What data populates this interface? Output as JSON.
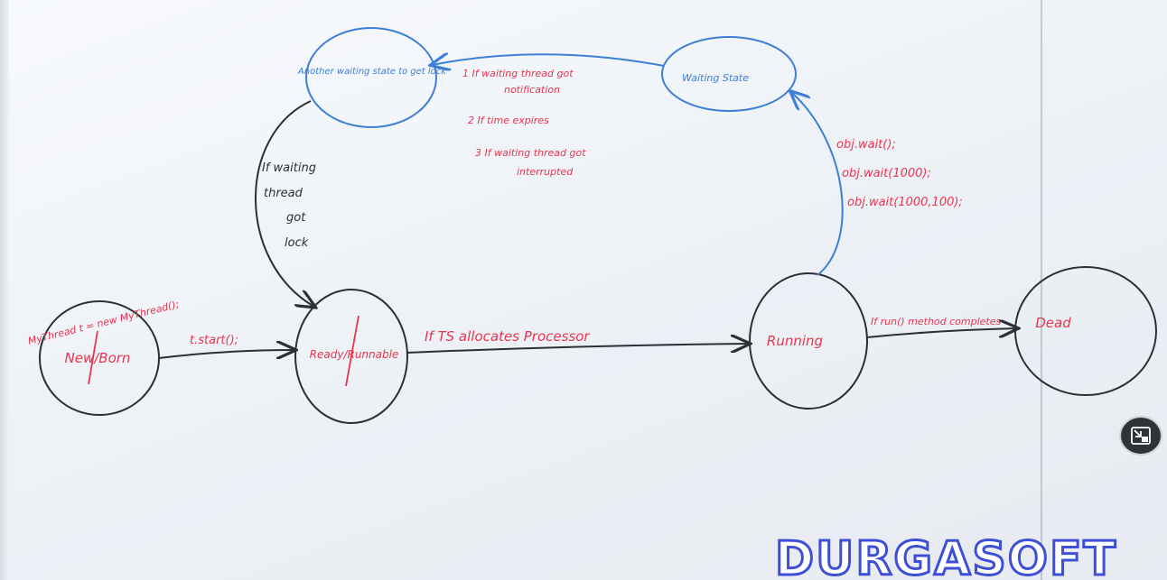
{
  "states": {
    "new_born": "New/Born",
    "ready_runnable": "Ready/Runnable",
    "running": "Running",
    "dead": "Dead",
    "waiting_state": "Waiting State",
    "another_waiting_state": "Another waiting state to get lock"
  },
  "transitions": {
    "creation": "MyThread t = new MyThread();",
    "start": "t.start();",
    "ts_allocates": "If TS allocates Processor",
    "run_completes": "If run() method completes",
    "wait_calls": [
      "obj.wait();",
      "obj.wait(1000);",
      "obj.wait(1000,100);"
    ],
    "got_lock": [
      "If waiting",
      "thread",
      "got",
      "lock"
    ],
    "release_reasons": [
      "1  If waiting thread got",
      "notification",
      "2  If time expires",
      "3  If waiting thread got",
      "interrupted"
    ]
  },
  "watermark": "DURGASOFT",
  "colors": {
    "ink_black": "#2b2f36",
    "ink_red": "#e8354f",
    "ink_blue": "#3d7fd6",
    "watermark_outline": "#3d4fd6"
  },
  "icons": {
    "pip": "exit-picture-in-picture-icon"
  }
}
